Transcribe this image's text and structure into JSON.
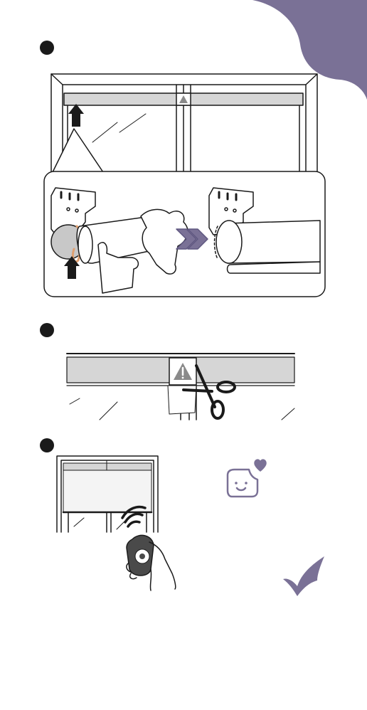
{
  "colors": {
    "accent": "#7a7196",
    "ink": "#1a1a1a",
    "rail": "#d6d6d6",
    "blind": "#f4f4f4",
    "cord": "#e0a070"
  },
  "steps": [
    {
      "marker": "step-1-dot",
      "icons": [
        "window-frame-icon",
        "up-arrow-icon",
        "bracket-icon",
        "roller-tube-icon",
        "hand-icon",
        "double-chevron-icon"
      ]
    },
    {
      "marker": "step-2-dot",
      "icons": [
        "warning-label-icon",
        "scissors-icon"
      ]
    },
    {
      "marker": "step-3-dot",
      "icons": [
        "window-blind-icon",
        "wireless-signal-icon",
        "remote-control-icon",
        "happy-face-heart-icon",
        "checkmark-icon"
      ]
    }
  ]
}
